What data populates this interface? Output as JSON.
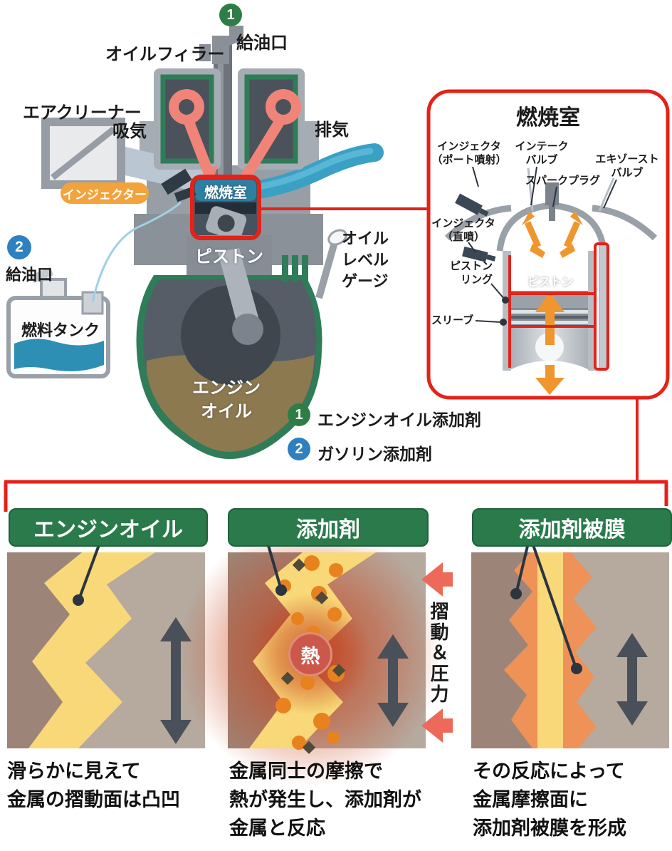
{
  "colors": {
    "accent_red": "#e32219",
    "badge_green": "#2a7a4b",
    "callout_green": "#2e7d46",
    "callout_blue": "#2f80c0",
    "injector_orange": "#f2a33c",
    "heat_red": "#cc584c",
    "oil_yellow": "#f8d878",
    "film_orange": "#ef9257"
  },
  "engine": {
    "callout1_number": "1",
    "callout1_label": "給油口",
    "oil_filler": "オイルフィラー",
    "air_cleaner": "エアクリーナー",
    "intake": "吸気",
    "exhaust": "排気",
    "injector_badge": "インジェクター",
    "combustion_chamber": "燃焼室",
    "piston": "ピストン",
    "oil_level_gauge_lines": [
      "オイル",
      "レベル",
      "ゲージ"
    ],
    "callout2_number": "2",
    "callout2_label": "給油口",
    "fuel_tank": "燃料タンク",
    "engine_oil_lines": [
      "エンジン",
      "オイル"
    ]
  },
  "legend": {
    "item1_number": "1",
    "item1_label": "エンジンオイル添加剤",
    "item2_number": "2",
    "item2_label": "ガソリン添加剤"
  },
  "detail": {
    "title": "燃焼室",
    "injector_port_lines": [
      "インジェクタ",
      "（ポート噴射）"
    ],
    "intake_valve_lines": [
      "インテーク",
      "バルブ"
    ],
    "spark_plug": "スパークプラグ",
    "exhaust_valve_lines": [
      "エキゾースト",
      "バルブ"
    ],
    "injector_direct_lines": [
      "インジェクタ",
      "（直噴）"
    ],
    "piston_ring_lines": [
      "ピストン",
      "リング"
    ],
    "sleeve": "スリーブ",
    "piston": "ピストン"
  },
  "bottom": {
    "slide_pressure": "摺動＆圧力",
    "heat": "熱",
    "panel1_title": "エンジンオイル",
    "panel1_caption_lines": [
      "滑らかに見えて",
      "金属の摺動面は凸凹"
    ],
    "panel2_title": "添加剤",
    "panel2_caption_lines": [
      "金属同士の摩擦で",
      "熱が発生し、添加剤が",
      "金属と反応"
    ],
    "panel3_title": "添加剤被膜",
    "panel3_caption_lines": [
      "その反応によって",
      "金属摩擦面に",
      "添加剤被膜を形成"
    ]
  }
}
